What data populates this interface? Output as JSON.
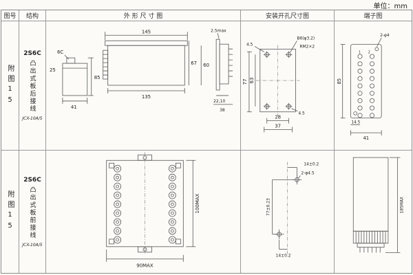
{
  "unit_label": "单位：mm",
  "headers": {
    "fig_no": "图号",
    "structure": "结构",
    "outline": "外 形 尺 寸 图",
    "mounting": "安装开孔尺寸图",
    "terminal": "端子图"
  },
  "rows": [
    {
      "fig_no": "附图15",
      "model": "2S6C",
      "desc": "凸出式板后接线",
      "code": "JCX-10A/5",
      "dims": {
        "side_top": "6C",
        "side_left": "25",
        "side_right": "85",
        "side_bottom": "41",
        "front_top": "145",
        "front_bottom": "135",
        "front_right": "67",
        "profile_height": "60",
        "profile_top": "2.5max",
        "profile_bottom1": "22,10",
        "profile_bottom2": "38",
        "mount_corner": "4.5",
        "mount_hole": "B6(φ3.2)",
        "mount_screw": "RM2×2",
        "mount_left_outer": "77",
        "mount_left_inner": "63",
        "mount_bottom_inner": "28",
        "mount_bottom_outer": "37",
        "mount_corner2": "4.5",
        "term_hole": "2-φ4",
        "term_left": "85",
        "term_bottom1": "14.5",
        "term_bottom2": "41",
        "term_pin1": "1",
        "term_pin2": "2"
      }
    },
    {
      "fig_no": "附图15",
      "model": "2S6C",
      "desc": "凸出式板前接线",
      "code": "JCX-10A/5",
      "dims": {
        "socket_bottom": "90MAX",
        "socket_right": "100MAX",
        "mount_top": "14±0.2",
        "mount_hole": "2-φ4.5",
        "mount_left": "77±0.23",
        "mount_bottom": "14±0.2",
        "term_right": "185MAX"
      }
    }
  ]
}
